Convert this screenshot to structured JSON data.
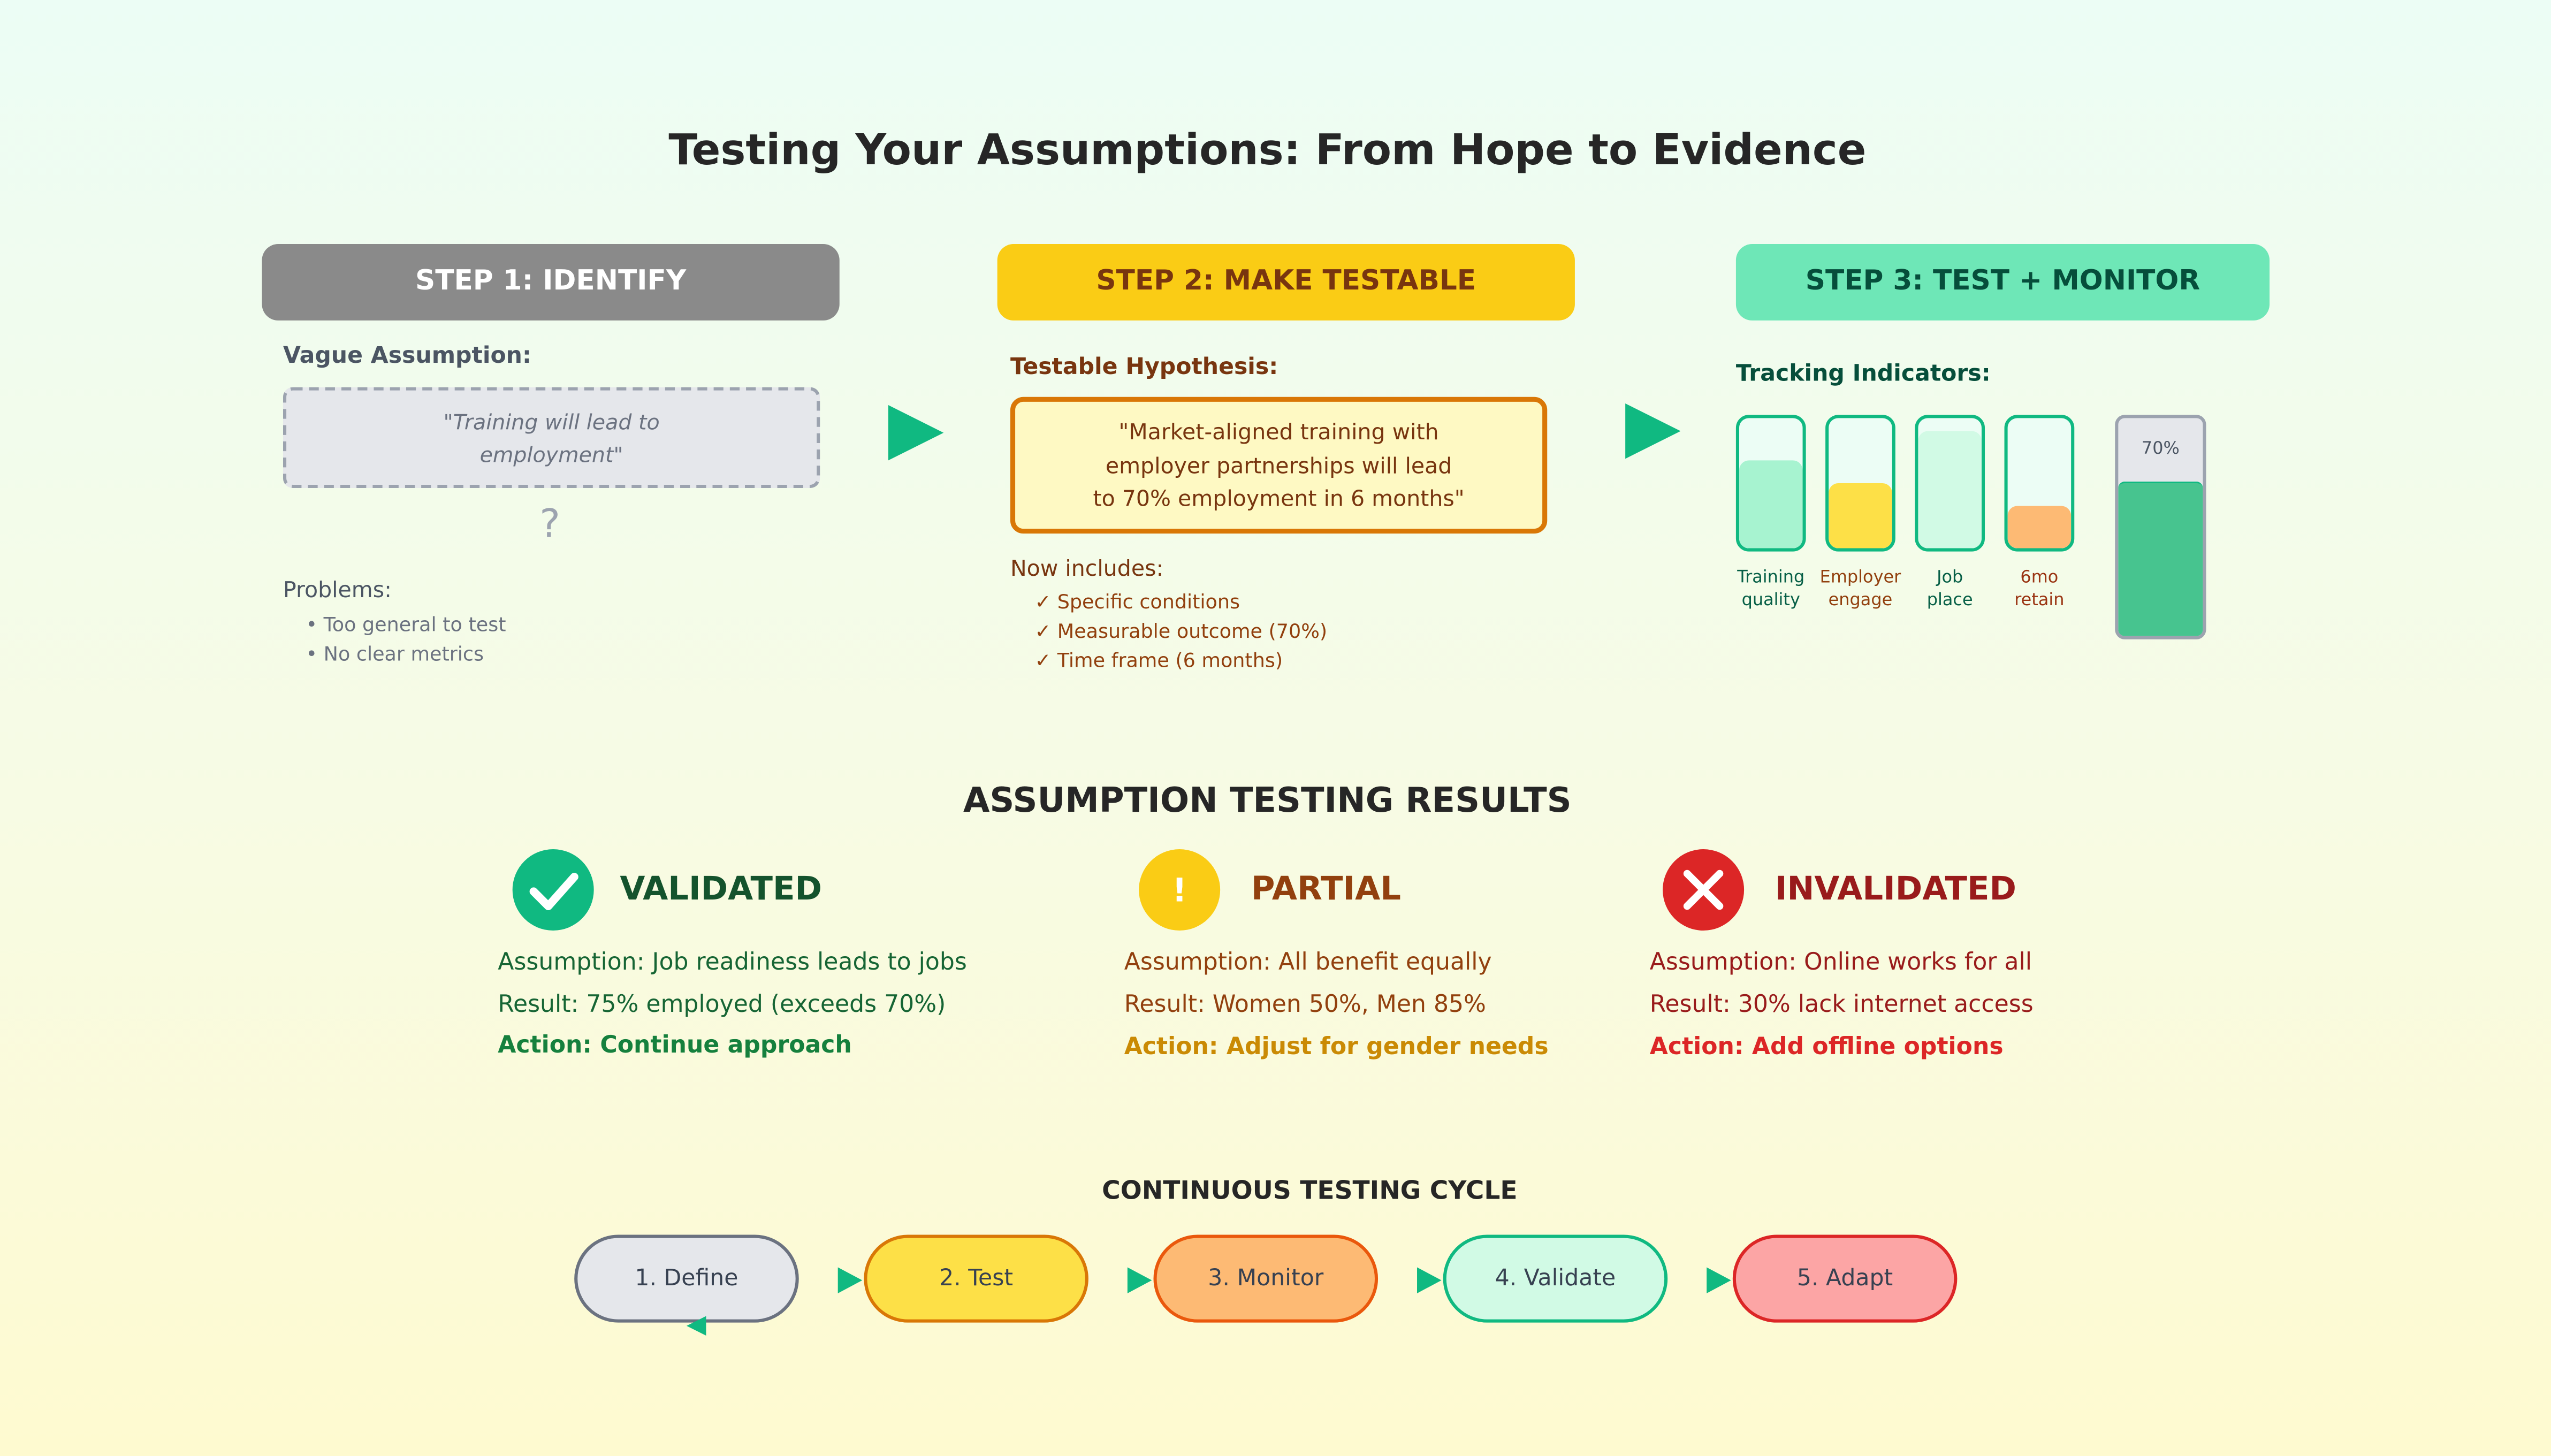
{
  "title": "Testing Your Assumptions: From Hope to Evidence",
  "step1": {
    "header": "STEP 1: IDENTIFY",
    "label": "Vague Assumption:",
    "assumption_line1": "\"Training will lead to",
    "assumption_line2": "employment\"",
    "question_mark": "?",
    "problems_label": "Problems:",
    "problems": [
      "• Too general to test",
      "• No clear metrics"
    ]
  },
  "step2": {
    "header": "STEP 2: MAKE TESTABLE",
    "label": "Testable Hypothesis:",
    "hypothesis_lines": [
      "\"Market-aligned training with",
      "employer partnerships will lead",
      "to 70% employment in 6 months\""
    ],
    "includes_label": "Now includes:",
    "includes": [
      "✓ Specific conditions",
      "✓ Measurable outcome (70%)",
      "✓ Time frame (6 months)"
    ]
  },
  "step3": {
    "header": "STEP 3: TEST + MONITOR",
    "label": "Tracking Indicators:",
    "indicators": [
      {
        "line1": "Training",
        "line2": "quality",
        "fill": 0.68,
        "color": "#a7f3d0"
      },
      {
        "line1": "Employer",
        "line2": "engage",
        "fill": 0.5,
        "color": "#fde047"
      },
      {
        "line1": "Job",
        "line2": "place",
        "fill": 0.9,
        "color": "#d1fae5"
      },
      {
        "line1": "6mo",
        "line2": "retain",
        "fill": 0.33,
        "color": "#fdba74"
      }
    ],
    "target": {
      "label": "70%",
      "fill": 0.7
    }
  },
  "results": {
    "title": "ASSUMPTION TESTING RESULTS",
    "items": [
      {
        "heading": "VALIDATED",
        "icon": "check-icon",
        "assumption": "Assumption: Job readiness leads to jobs",
        "result": "Result: 75% employed (exceeds 70%)",
        "action": "Action: Continue approach",
        "color": "#10b981",
        "text_color": "#166534",
        "action_color": "#15803d"
      },
      {
        "heading": "PARTIAL",
        "icon": "exclamation-icon",
        "icon_glyph": "!",
        "assumption": "Assumption: All benefit equally",
        "result": "Result: Women 50%, Men 85%",
        "action": "Action: Adjust for gender needs",
        "color": "#facc15",
        "text_color": "#92400e",
        "action_color": "#ca8a04"
      },
      {
        "heading": "INVALIDATED",
        "icon": "x-icon",
        "assumption": "Assumption: Online works for all",
        "result": "Result: 30% lack internet access",
        "action": "Action: Add offline options",
        "color": "#dc2626",
        "text_color": "#991b1b",
        "action_color": "#dc2626"
      }
    ]
  },
  "cycle": {
    "title": "CONTINUOUS TESTING CYCLE",
    "steps": [
      {
        "label": "1. Define",
        "bg": "#e5e7eb",
        "border": "#6b7280"
      },
      {
        "label": "2. Test",
        "bg": "#fde047",
        "border": "#d97706"
      },
      {
        "label": "3. Monitor",
        "bg": "#fdba74",
        "border": "#ea580c"
      },
      {
        "label": "4. Validate",
        "bg": "#d1fae5",
        "border": "#10b981"
      },
      {
        "label": "5. Adapt",
        "bg": "#fca5a5",
        "border": "#dc2626"
      }
    ]
  },
  "colors": {
    "accent": "#10b981",
    "step1": "#8a8a8a",
    "step2": "#facc15",
    "step3": "#6ee7b7"
  }
}
